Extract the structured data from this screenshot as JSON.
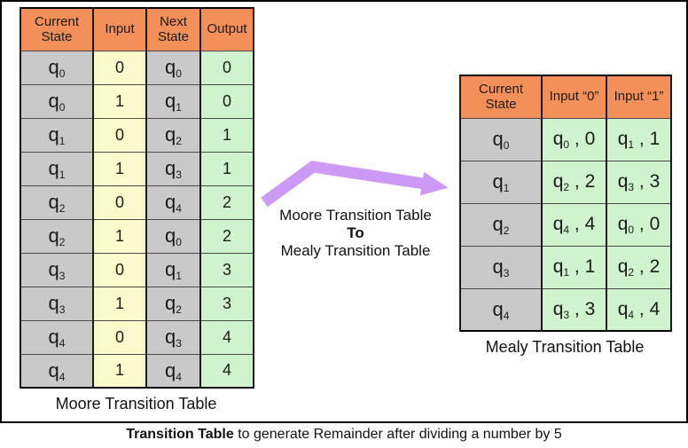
{
  "colors": {
    "header_orange": "#F3905A",
    "cell_gray": "#C9C9C9",
    "cell_yellow": "#FBFACB",
    "cell_green": "#CFF3CF",
    "arrow_purple": "#CC99F5",
    "border_black": "#000000"
  },
  "moore_table": {
    "caption": "Moore Transition Table",
    "headers": [
      "Current\nState",
      "Input",
      "Next\nState",
      "Output"
    ],
    "rows": [
      {
        "current_state": "q0",
        "input": "0",
        "next_state": "q0",
        "output": "0"
      },
      {
        "current_state": "q0",
        "input": "1",
        "next_state": "q1",
        "output": "0"
      },
      {
        "current_state": "q1",
        "input": "0",
        "next_state": "q2",
        "output": "1"
      },
      {
        "current_state": "q1",
        "input": "1",
        "next_state": "q3",
        "output": "1"
      },
      {
        "current_state": "q2",
        "input": "0",
        "next_state": "q4",
        "output": "2"
      },
      {
        "current_state": "q2",
        "input": "1",
        "next_state": "q0",
        "output": "2"
      },
      {
        "current_state": "q3",
        "input": "0",
        "next_state": "q1",
        "output": "3"
      },
      {
        "current_state": "q3",
        "input": "1",
        "next_state": "q2",
        "output": "3"
      },
      {
        "current_state": "q4",
        "input": "0",
        "next_state": "q3",
        "output": "4"
      },
      {
        "current_state": "q4",
        "input": "1",
        "next_state": "q4",
        "output": "4"
      }
    ]
  },
  "mealy_table": {
    "caption": "Mealy Transition Table",
    "headers": [
      "Current\nState",
      "Input “0”",
      "Input “1”"
    ],
    "rows": [
      {
        "current_state": "q0",
        "input0": {
          "state": "q0",
          "output": "0"
        },
        "input1": {
          "state": "q1",
          "output": "1"
        }
      },
      {
        "current_state": "q1",
        "input0": {
          "state": "q2",
          "output": "2"
        },
        "input1": {
          "state": "q3",
          "output": "3"
        }
      },
      {
        "current_state": "q2",
        "input0": {
          "state": "q4",
          "output": "4"
        },
        "input1": {
          "state": "q0",
          "output": "0"
        }
      },
      {
        "current_state": "q3",
        "input0": {
          "state": "q1",
          "output": "1"
        },
        "input1": {
          "state": "q2",
          "output": "2"
        }
      },
      {
        "current_state": "q4",
        "input0": {
          "state": "q3",
          "output": "3"
        },
        "input1": {
          "state": "q4",
          "output": "4"
        }
      }
    ]
  },
  "arrow": {
    "label_line1": "Moore Transition Table",
    "label_line2": "To",
    "label_line3": "Mealy Transition Table"
  },
  "footer": {
    "caption_bold": "Transition Table",
    "caption_rest": " to generate Remainder after dividing a number by 5"
  }
}
